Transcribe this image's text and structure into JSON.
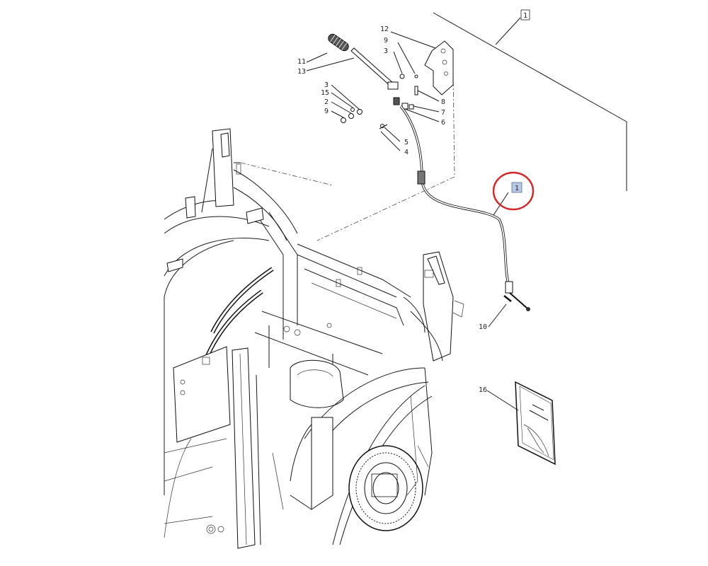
{
  "diagram": {
    "main_label": "1",
    "highlight_color": "#d62828",
    "label_box_color": "#b8c8e6",
    "callouts": {
      "c1_top": "1",
      "c12": "12",
      "c9a": "9",
      "c3a": "3",
      "c11": "11",
      "c13": "13",
      "c3b": "3",
      "c15": "15",
      "c2": "2",
      "c9b": "9",
      "c8": "8",
      "c7": "7",
      "c6": "6",
      "c5": "5",
      "c4": "4",
      "c10": "10",
      "c16": "16"
    }
  }
}
